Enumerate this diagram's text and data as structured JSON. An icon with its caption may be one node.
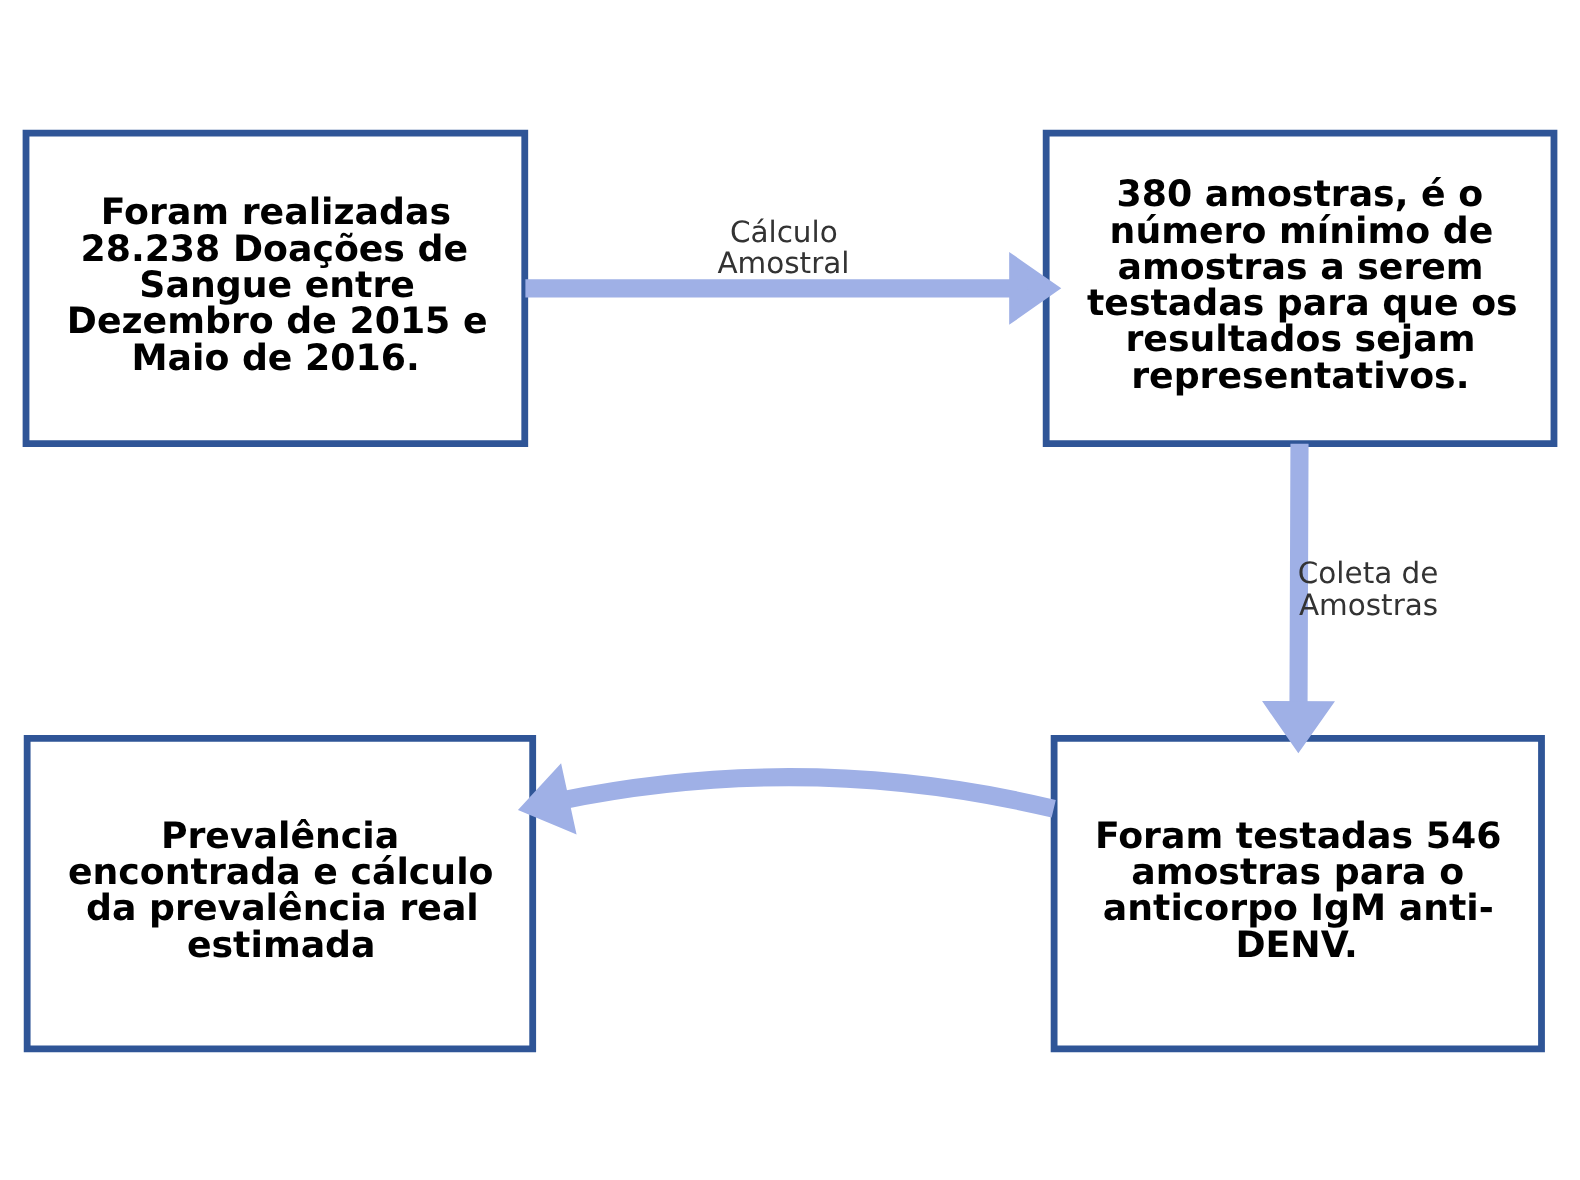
{
  "diagram": {
    "nodes": [
      {
        "text": [
          "Foram realizadas 28.238 Doações de Sangue entre Dezembro de 2015 e Maio de 2016."
        ]
      },
      {
        "text": [
          "380 amostras, é o número mínimo de amostras a serem testadas para que os resultados sejam representativos."
        ]
      },
      {
        "text": [
          "Prevalência encontrada e cálculo da prevalência real estimada"
        ]
      },
      {
        "text": [
          "Foram testadas 546 amostras para o anticorpo IgM anti-DENV."
        ]
      }
    ],
    "edges": [
      {
        "from": 0,
        "to": 1,
        "arrow": "to",
        "label": "Cálculo Amostral"
      },
      {
        "from": 1,
        "to": 3,
        "arrow": "to",
        "label": "Coleta de Amostras"
      },
      {
        "from": 3,
        "to": 2,
        "arrow": "to"
      }
    ]
  }
}
